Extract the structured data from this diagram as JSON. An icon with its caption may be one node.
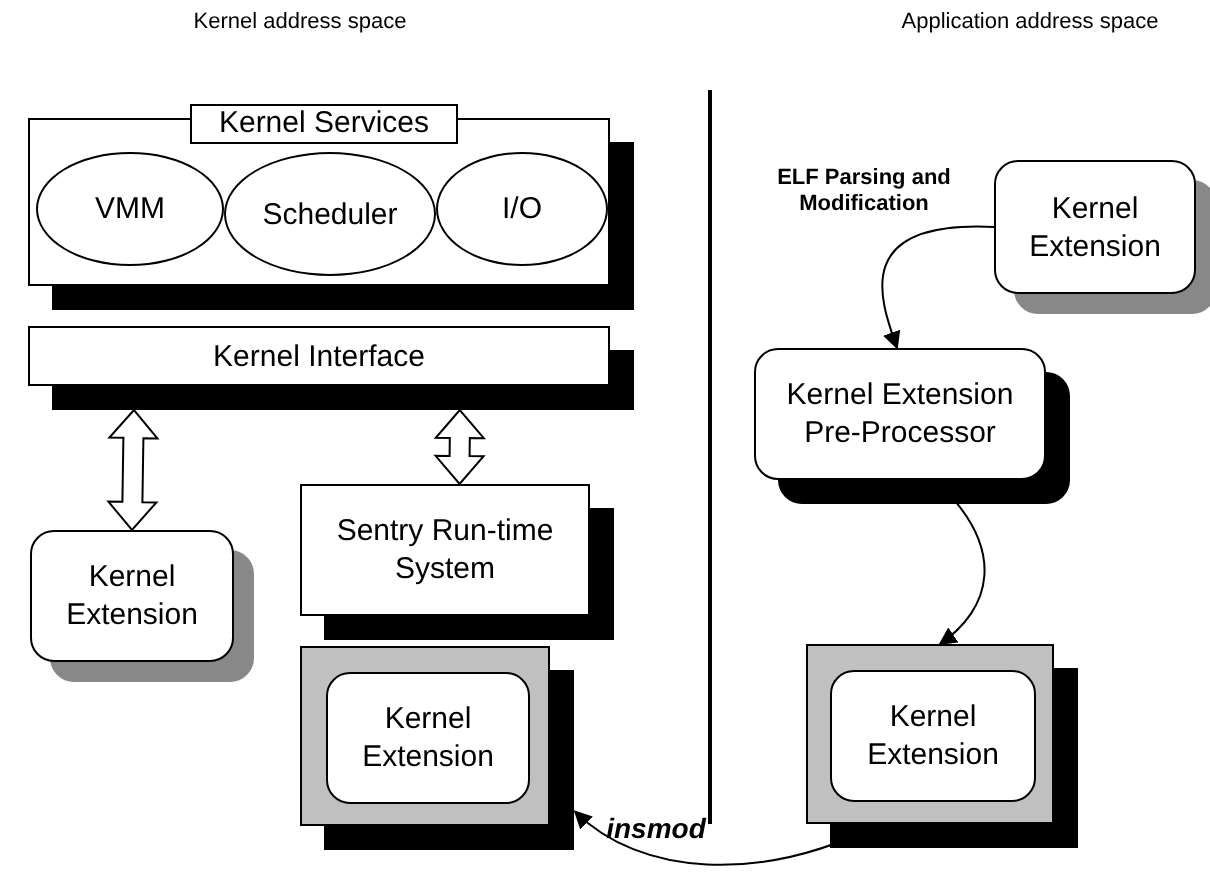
{
  "diagram": {
    "nodes": [
      {
        "text": [
          "Kernel Services"
        ]
      },
      {
        "text": [
          "VMM"
        ],
        "in": 0
      },
      {
        "text": [
          "Scheduler"
        ],
        "in": 0
      },
      {
        "text": [
          "I/O"
        ],
        "in": 0
      },
      {
        "text": [
          "Kernel Interface"
        ]
      },
      {
        "text": [
          "Kernel Extension"
        ]
      },
      {
        "text": [
          "Sentry Run-time System"
        ]
      },
      {
        "text": [],
        "shape": "box"
      },
      {
        "text": [
          "Kernel Extension"
        ],
        "in": 7
      },
      {
        "text": [
          "Kernel Extension"
        ]
      },
      {
        "text": [
          "Kernel Extension Pre-Processor"
        ]
      },
      {
        "text": [],
        "shape": "box"
      },
      {
        "text": [
          "Kernel Extension"
        ],
        "in": 11
      }
    ],
    "edges": [
      {
        "from": 4,
        "to": 5,
        "arrow": "both",
        "style": "thick"
      },
      {
        "from": 4,
        "to": 6,
        "arrow": "both",
        "style": "thick"
      },
      {
        "from": 9,
        "to": 10,
        "arrow": "to",
        "label": "ELF Parsing and Modification"
      },
      {
        "from": 10,
        "to": 11,
        "arrow": "to"
      },
      {
        "from": 11,
        "to": 7,
        "arrow": "to",
        "label": "insmod"
      }
    ],
    "labels": [
      "Kernel address space",
      "Application address space"
    ]
  }
}
